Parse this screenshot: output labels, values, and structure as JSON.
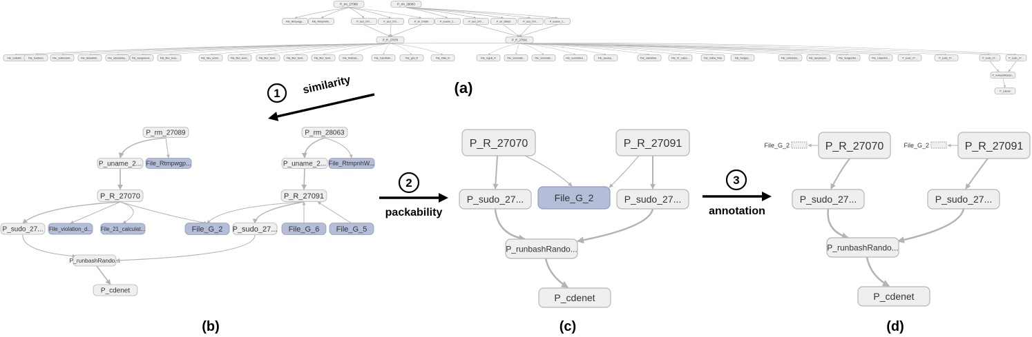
{
  "panel_a": {
    "caption": "(a)",
    "top_nodes": [
      "P_rm_27089",
      "P_rm_28063"
    ],
    "row2_left": [
      "File_Rtmpwgp...",
      "File_RtmpnhW..."
    ],
    "row2_procs": [
      "P_sed_270...",
      "P_sed_270...",
      "P_sh_27089",
      "P_uname_2...",
      "P_sed_270...",
      "P_sh_28063",
      "P_sed_270...",
      "P_uname_2..."
    ],
    "hubs": [
      "P_R_27070",
      "P_R_27091"
    ],
    "files": [
      "File_cellsatd...",
      "File_functions",
      "File_cellsizeatd...",
      "File_labelattrib...",
      "File_labelatoba...",
      "File_assignlevel...",
      "File_filev_level...",
      "File_filev_eminl...",
      "File_filev_level...",
      "File_filev_level...",
      "File_filev_level...",
      "File_filev_level...",
      "File_fieldcalc...",
      "File_CalcMath...",
      "File_gini_R",
      "File_lotka_R",
      "File_logLik_R",
      "File_sumindat...",
      "File_sumindat...",
      "File_sumstabut...",
      "File_seedup...",
      "File_validatdat...",
      "File_21_calcul...",
      "File_chime_Rda",
      "File_hedges...",
      "File_cellsatdoc...",
      "File_sampkeyre...",
      "File_hedgesSel...",
      "File_chaterfun...",
      "P_sudo_27...",
      "P_sudo_27..."
    ],
    "chain": [
      "P_runbashRando...",
      "P_cdenet"
    ]
  },
  "arrow1": {
    "number": "1",
    "label": "similarity"
  },
  "panel_b": {
    "caption": "(b)",
    "nodes": {
      "rm1": "P_rm_27089",
      "rm2": "P_rm_28063",
      "uname1": "P_uname_2...",
      "uname2": "P_uname_2...",
      "rtmp1": "File_Rtmpwgp...",
      "rtmp2": "File_RtmpnhW...",
      "r1": "P_R_27070",
      "r2": "P_R_27091",
      "sudo1": "P_sudo_27...",
      "viol": "File_violation_d...",
      "calc": "File_21_calculat...",
      "g2": "File_G_2",
      "sudo2": "P_sudo_27...",
      "g6": "File_G_6",
      "g5": "File_G_5",
      "runbash": "P_runbashRando...",
      "cdenet": "P_cdenet"
    }
  },
  "arrow2": {
    "number": "2",
    "label": "packability"
  },
  "panel_c": {
    "caption": "(c)",
    "nodes": {
      "r1": "P_R_27070",
      "r2": "P_R_27091",
      "sudo1": "P_sudo_27...",
      "g2": "File_G_2",
      "sudo2": "P_sudo_27...",
      "runbash": "P_runbashRando...",
      "cdenet": "P_cdenet"
    }
  },
  "arrow3": {
    "number": "3",
    "label": "annotation"
  },
  "panel_d": {
    "caption": "(d)",
    "nodes": {
      "g2a": "File_G_2",
      "r1": "P_R_27070",
      "g2b": "File_G_2",
      "r2": "P_R_27091",
      "sudo1": "P_sudo_27...",
      "sudo2": "P_sudo_27...",
      "runbash": "P_runbashRando...",
      "cdenet": "P_cdenet"
    }
  },
  "colors": {
    "node_fill": "#efefef",
    "node_stroke": "#b5b5b5",
    "file_fill": "#b4bed8",
    "file_stroke": "#8f9bbd",
    "edge": "#b3b3b3",
    "arrow": "#000000"
  }
}
